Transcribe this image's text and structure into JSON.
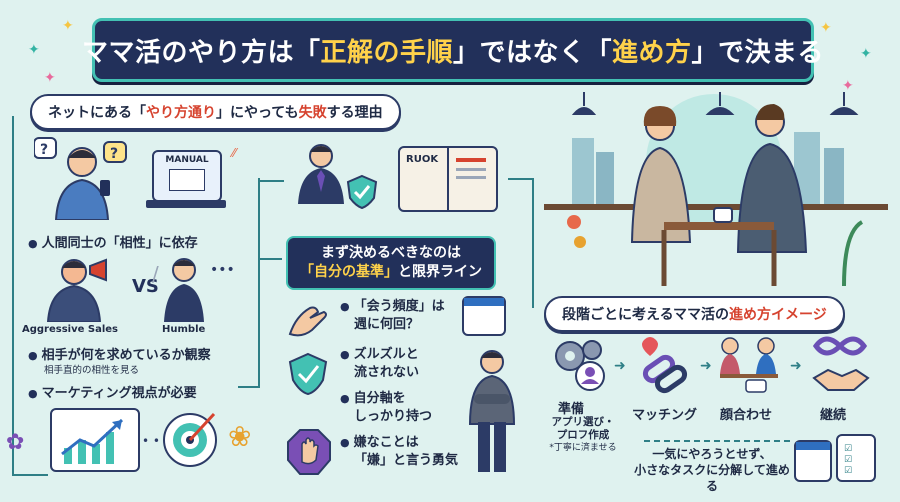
{
  "title": {
    "prefix": "ママ活のやり方は「",
    "highlight1": "正解の手順",
    "middle": "」ではなく「",
    "highlight2": "進め方",
    "suffix": "」で決まる"
  },
  "left_section": {
    "heading_prefix": "ネットにある「",
    "heading_highlight1": "やり方通り",
    "heading_middle": "」にやっても",
    "heading_highlight2": "失敗",
    "heading_suffix": "する理由",
    "manual_label": "MANUAL",
    "bullet1": "人間同士の「相性」に依存",
    "aggressive_label": "Aggressive Sales",
    "vs_label": "VS",
    "humble_label": "Humble",
    "bullet2": "相手が何を求めているか観察",
    "bullet2_sub": "相手直的の相性を見る",
    "bullet3": "マーケティング視点が必要"
  },
  "middle_section": {
    "book_label": "RUOK",
    "heading_line1": "まず決めるべきなのは",
    "heading_line2_highlight": "「自分の基準」",
    "heading_line2_suffix": "と限界ライン",
    "items": [
      {
        "icon": "hand-icon",
        "line1": "「会う頻度」は",
        "line2": "週に何回？"
      },
      {
        "icon": "shield-check-icon",
        "line1": "ズルズルと",
        "line2": "流されない"
      },
      {
        "icon": "scale-icon",
        "line1": "自分軸を",
        "line2": "しっかり持つ"
      },
      {
        "icon": "stop-hand-icon",
        "line1": "嫌なことは",
        "line2": "「嫌」と言う勇気"
      }
    ]
  },
  "right_section": {
    "heading_prefix": "段階ごとに考えるママ活の",
    "heading_highlight": "進め方イメージ",
    "steps": [
      {
        "icon": "gear-person-icon",
        "label": "準備",
        "sub1": "アプリ選び・",
        "sub2": "プロフ作成",
        "note": "*丁寧に済ませる"
      },
      {
        "icon": "link-heart-icon",
        "label": "マッチング"
      },
      {
        "icon": "meeting-icon",
        "label": "顔合わせ"
      },
      {
        "icon": "infinity-handshake-icon",
        "label": "継続"
      }
    ],
    "footer_line1": "一気にやろうとせず、",
    "footer_line2": "小さなタスクに分解して進める"
  },
  "colors": {
    "background": "#dff2ef",
    "navy": "#22305a",
    "teal": "#43c1b3",
    "accent_yellow": "#ffd24a",
    "accent_red": "#d6432f"
  }
}
